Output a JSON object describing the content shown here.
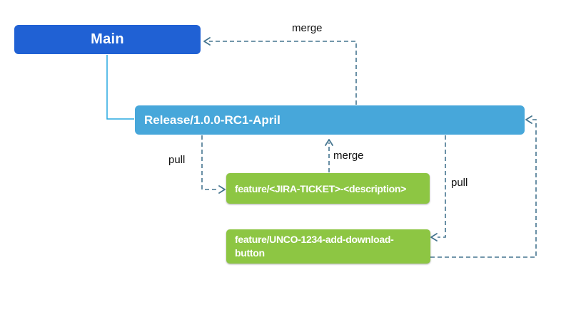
{
  "diagram": {
    "type": "git-branching-strategy",
    "nodes": {
      "main": {
        "label": "Main",
        "color": "#2061d4"
      },
      "release": {
        "label": "Release/1.0.0-RC1-April",
        "color": "#47a7da"
      },
      "feature_template": {
        "label": "feature/<JIRA-TICKET>-<description>",
        "color": "#8dc643"
      },
      "feature_unco": {
        "label": "feature/UNCO-1234-add-download-button",
        "color": "#8dc643"
      }
    },
    "edge_labels": {
      "merge_release_to_main": "merge",
      "pull_release_to_feature_template": "pull",
      "merge_feature_template_to_release": "merge",
      "pull_release_to_feature_unco": "pull"
    },
    "edges": [
      {
        "from": "release",
        "to": "main",
        "label": "merge",
        "style": "dashed"
      },
      {
        "from": "release",
        "to": "feature_template",
        "label": "pull",
        "style": "dashed"
      },
      {
        "from": "feature_template",
        "to": "release",
        "label": "merge",
        "style": "dashed"
      },
      {
        "from": "release",
        "to": "feature_unco",
        "label": "pull",
        "style": "dashed"
      },
      {
        "from": "feature_unco",
        "to": "release",
        "label": "",
        "style": "dashed"
      },
      {
        "from": "main",
        "to": "release",
        "label": "",
        "style": "solid"
      }
    ],
    "colors": {
      "main_box": "#2061d4",
      "release_box": "#47a7da",
      "feature_box": "#8dc643",
      "solid_connector": "#29a9e0",
      "dashed_connector": "#45758f",
      "label_text": "#111111",
      "box_text": "#ffffff"
    }
  }
}
